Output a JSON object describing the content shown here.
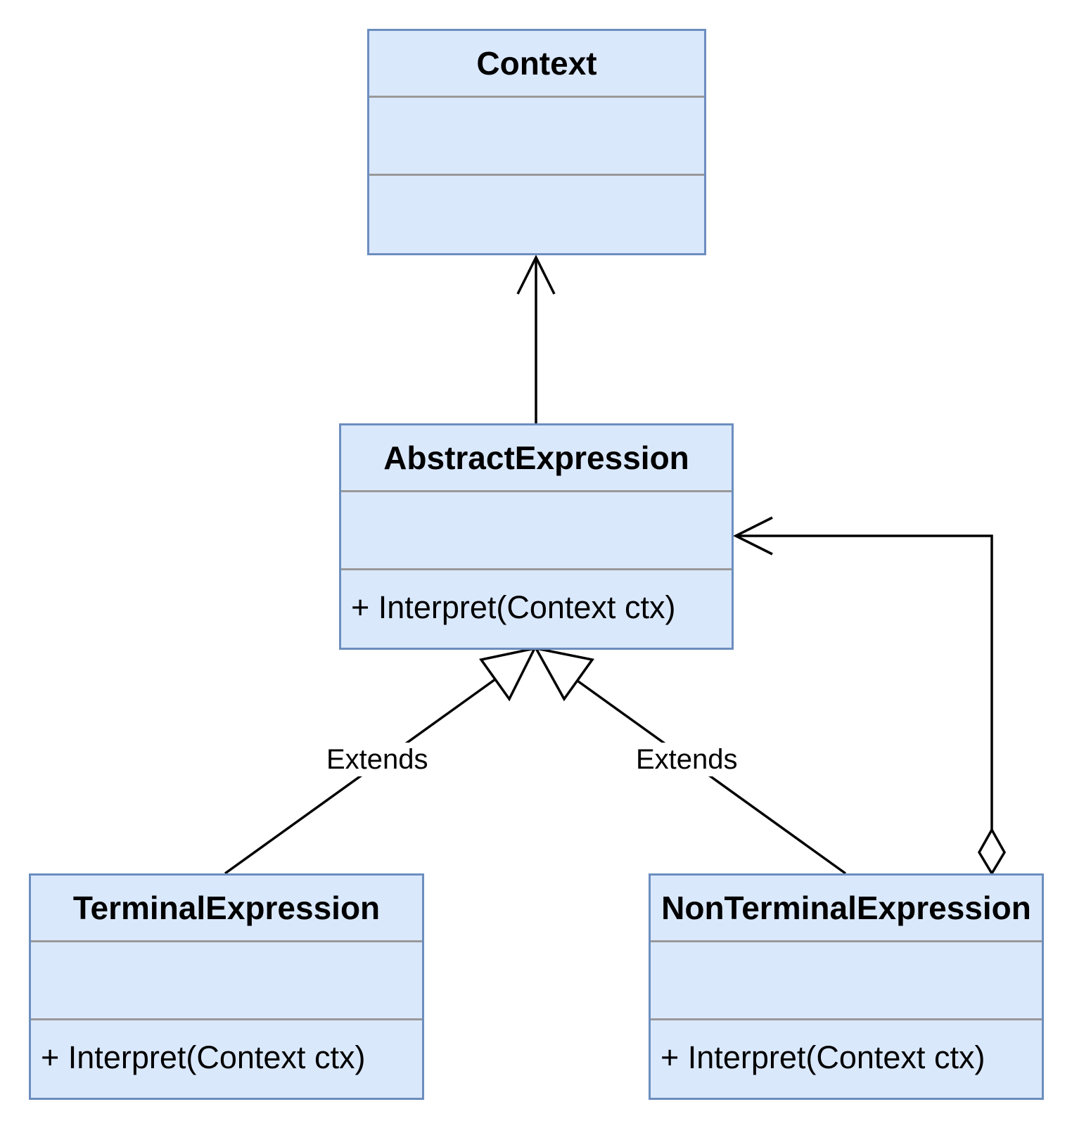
{
  "diagram": {
    "type": "uml-class-diagram",
    "colors": {
      "class_fill": "#dae8fc",
      "class_border": "#6c8ebf",
      "divider": "#999999",
      "edge": "#000000"
    },
    "classes": {
      "context": {
        "name": "Context",
        "attributes": "",
        "operations": ""
      },
      "abstract_expression": {
        "name": "AbstractExpression",
        "attributes": "",
        "operations": "+ Interpret(Context ctx)"
      },
      "terminal_expression": {
        "name": "TerminalExpression",
        "attributes": "",
        "operations": "+ Interpret(Context ctx)"
      },
      "nonterminal_expression": {
        "name": "NonTerminalExpression",
        "attributes": "",
        "operations": "+ Interpret(Context ctx)"
      }
    },
    "relations": {
      "terminal_extends": {
        "from": "TerminalExpression",
        "to": "AbstractExpression",
        "kind": "generalization",
        "label": "Extends"
      },
      "nonterminal_extends": {
        "from": "NonTerminalExpression",
        "to": "AbstractExpression",
        "kind": "generalization",
        "label": "Extends"
      },
      "abstract_to_context": {
        "from": "AbstractExpression",
        "to": "Context",
        "kind": "association"
      },
      "nonterminal_aggregates_abstract": {
        "from": "NonTerminalExpression",
        "to": "AbstractExpression",
        "kind": "aggregation"
      }
    }
  }
}
